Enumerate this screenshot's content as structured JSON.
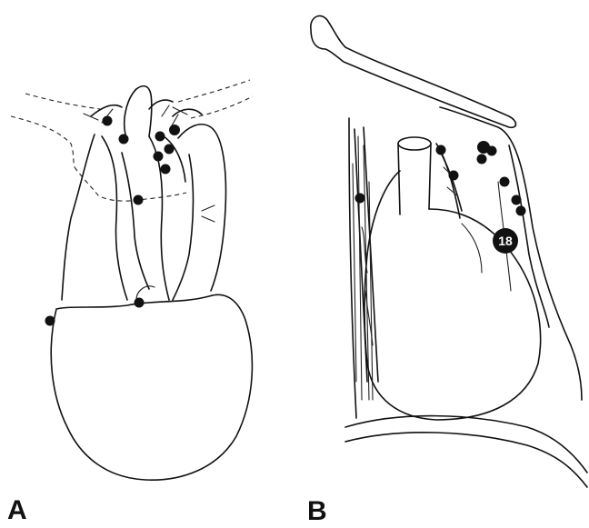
{
  "panels": [
    {
      "label": "A"
    },
    {
      "label": "B"
    }
  ],
  "callout": {
    "text": "18"
  }
}
